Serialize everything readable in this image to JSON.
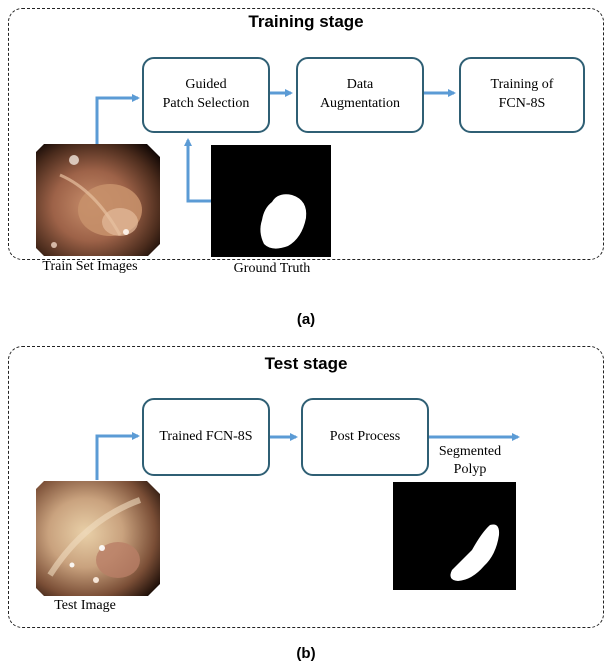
{
  "training": {
    "title": "Training stage",
    "panel_label": "(a)",
    "steps": [
      "Guided\nPatch Selection",
      "Data\nAugmentation",
      "Training of\nFCN-8S"
    ],
    "input_caption": "Train Set Images",
    "mask_caption": "Ground Truth"
  },
  "test": {
    "title": "Test stage",
    "panel_label": "(b)",
    "steps": [
      "Trained FCN-8S",
      "Post Process"
    ],
    "input_caption": "Test Image",
    "output_caption": "Segmented\nPolyp"
  },
  "colors": {
    "box_border": "#2f5f74",
    "arrow": "#5b9bd5",
    "dashed_border": "#222222"
  }
}
